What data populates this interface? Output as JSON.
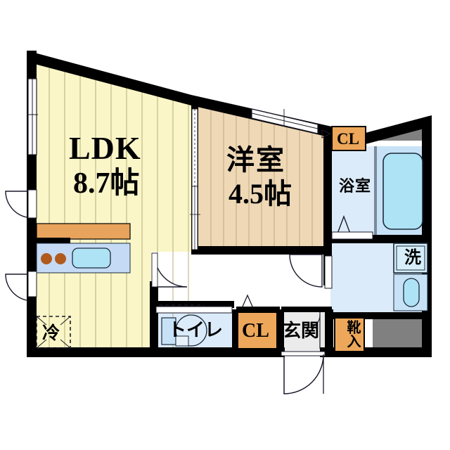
{
  "plan": {
    "type": "japanese-floor-plan",
    "title": "1LDK madori floor plan",
    "rooms": [
      {
        "key": "ldk",
        "name": "LDK",
        "size": "8.7帖",
        "floor_color": "#faf6c8",
        "floor": "flooring"
      },
      {
        "key": "washitsu",
        "name": "洋室",
        "size": "4.5帖",
        "floor_color": "#eed8b6",
        "floor": "flooring"
      },
      {
        "key": "yokushitsu",
        "name": "浴室",
        "size": "",
        "floor_color": "#dcebfa",
        "floor": "bath"
      },
      {
        "key": "toilet",
        "name": "トイレ",
        "size": "",
        "floor_color": "#dcebfa",
        "floor": "tile"
      },
      {
        "key": "genkan",
        "name": "玄関",
        "size": "",
        "floor_color": "#ebebeb",
        "floor": "entry"
      },
      {
        "key": "rouka",
        "name": "",
        "size": "",
        "floor_color": "#ffffff",
        "floor": "hall"
      },
      {
        "key": "datsui",
        "name": "",
        "size": "",
        "floor_color": "#dcebfa",
        "floor": "washroom"
      }
    ],
    "labels": {
      "ldk_name": "LDK",
      "ldk_size": "8.7帖",
      "yoshitsu_name": "洋室",
      "yoshitsu_size": "4.5帖",
      "bath": "浴室",
      "toilet": "トイレ",
      "entrance": "玄関",
      "closet_top": "CL",
      "closet_hall": "CL",
      "shoe_box": "靴入",
      "washer": "洗",
      "fridge": "冷"
    },
    "colors": {
      "wall": "#000000",
      "ldk_floor": "#faf6c8",
      "room_floor": "#eed8b6",
      "closet_orange": "#e8a košice",
      "closet": "#eda75a",
      "water_pale": "#dcebfa",
      "water_mid": "#c7e2f7",
      "tub_fill": "#aee3f5",
      "counter": "#e8a45c",
      "sink_base": "#c5dbf5",
      "burner": "#b05a1e",
      "balcony_gray": "#808080",
      "entry_gray": "#ebebeb",
      "line": "#1a1a2a"
    }
  }
}
